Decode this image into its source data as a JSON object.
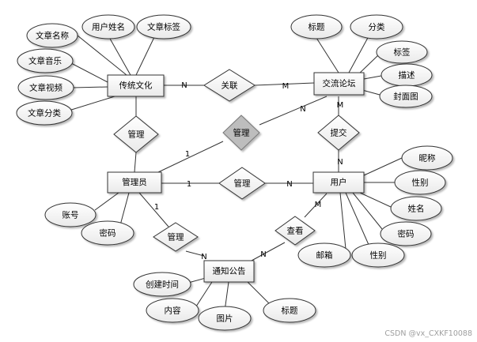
{
  "entities": {
    "culture": "传统文化",
    "forum": "交流论坛",
    "admin": "管理员",
    "user": "用户",
    "notice": "通知公告"
  },
  "relationships": {
    "related": "关联",
    "manage_culture": "管理",
    "manage_forum": "管理",
    "manage_user": "管理",
    "manage_notice": "管理",
    "submit": "提交",
    "view": "查看"
  },
  "attributes": {
    "culture": [
      "文章名称",
      "用户姓名",
      "文章标签",
      "文章音乐",
      "文章视频",
      "文章分类"
    ],
    "forum": [
      "标题",
      "分类",
      "标签",
      "描述",
      "封面图"
    ],
    "admin": [
      "账号",
      "密码"
    ],
    "user": [
      "昵称",
      "性别",
      "姓名",
      "密码",
      "性别",
      "邮箱"
    ],
    "notice": [
      "创建时间",
      "内容",
      "图片",
      "标题"
    ]
  },
  "cardinalities": {
    "culture_related": "N",
    "forum_related": "M",
    "forum_admin": "N",
    "admin_forum": "1",
    "forum_submit": "M",
    "user_submit": "N",
    "admin_user": "1",
    "user_admin": "N",
    "admin_notice": "1",
    "notice_admin": "N",
    "notice_user": "N",
    "user_notice": "M"
  },
  "watermark": "CSDN @vx_CXKF10088"
}
